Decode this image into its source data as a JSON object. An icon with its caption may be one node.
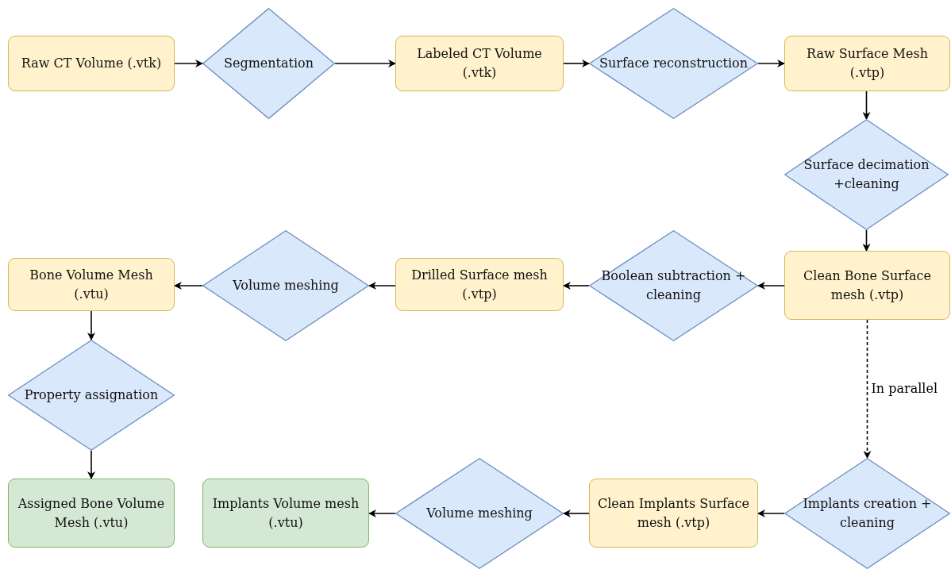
{
  "diagram": {
    "nodes": [
      {
        "text": [
          "Raw CT Volume (.vtk)"
        ]
      },
      {
        "text": [
          "Segmentation"
        ]
      },
      {
        "text": [
          "Labeled CT Volume (.vtk)"
        ]
      },
      {
        "text": [
          "Surface reconstruction"
        ]
      },
      {
        "text": [
          "Raw Surface Mesh (.vtp)"
        ]
      },
      {
        "text": [
          "Surface decimation +cleaning"
        ]
      },
      {
        "text": [
          "Clean Bone Surface mesh (.vtp)"
        ]
      },
      {
        "text": [
          "Boolean subtraction + cleaning"
        ]
      },
      {
        "text": [
          "Drilled Surface mesh (.vtp)"
        ]
      },
      {
        "text": [
          "Volume meshing"
        ]
      },
      {
        "text": [
          "Bone Volume Mesh (.vtu)"
        ]
      },
      {
        "text": [
          "Property assignation"
        ]
      },
      {
        "text": [
          "Assigned Bone Volume Mesh (.vtu)"
        ]
      },
      {
        "text": [
          "Implants Volume mesh (.vtu)"
        ]
      },
      {
        "text": [
          "Volume meshing"
        ]
      },
      {
        "text": [
          "Clean Implants Surface mesh (.vtp)"
        ]
      },
      {
        "text": [
          "Implants creation + cleaning"
        ]
      }
    ],
    "edges": [
      {
        "from": 0,
        "to": 1,
        "arrow": "to"
      },
      {
        "from": 1,
        "to": 2,
        "arrow": "to"
      },
      {
        "from": 2,
        "to": 3,
        "arrow": "to"
      },
      {
        "from": 3,
        "to": 4,
        "arrow": "to"
      },
      {
        "from": 4,
        "to": 5,
        "arrow": "to"
      },
      {
        "from": 5,
        "to": 6,
        "arrow": "to"
      },
      {
        "from": 6,
        "to": 7,
        "arrow": "to"
      },
      {
        "from": 7,
        "to": 8,
        "arrow": "to"
      },
      {
        "from": 8,
        "to": 9,
        "arrow": "to"
      },
      {
        "from": 9,
        "to": 10,
        "arrow": "to"
      },
      {
        "from": 10,
        "to": 11,
        "arrow": "to"
      },
      {
        "from": 11,
        "to": 12,
        "arrow": "to"
      },
      {
        "from": 6,
        "to": 16,
        "arrow": "to",
        "label": "In parallel",
        "style": "dashed"
      },
      {
        "from": 16,
        "to": 15,
        "arrow": "to"
      },
      {
        "from": 15,
        "to": 14,
        "arrow": "to"
      },
      {
        "from": 14,
        "to": 13,
        "arrow": "to"
      }
    ]
  }
}
